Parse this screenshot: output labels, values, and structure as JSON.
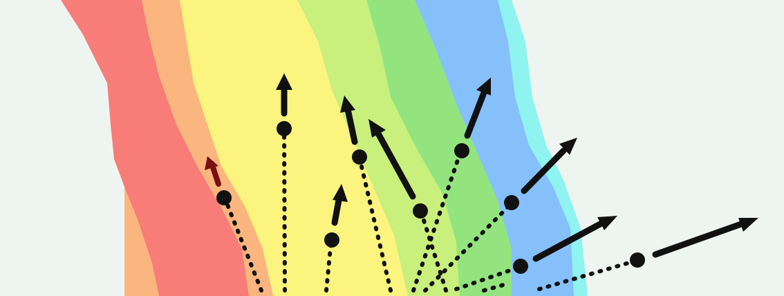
{
  "figure": {
    "background": "#eef5f0",
    "bands": [
      {
        "name": "red-band",
        "color": "#f87c78"
      },
      {
        "name": "orange-band",
        "color": "#fbb57f"
      },
      {
        "name": "yellow-band",
        "color": "#fbf47e"
      },
      {
        "name": "light-green-band",
        "color": "#c9ef7c"
      },
      {
        "name": "green-band",
        "color": "#93e47f"
      },
      {
        "name": "blue-band",
        "color": "#86c0fb"
      },
      {
        "name": "cyan-edge",
        "color": "#8ff3f0"
      }
    ],
    "arrow_color": "#111111",
    "highlight_arrow_color": "#7a0f0f",
    "trajectory_count": 10
  }
}
